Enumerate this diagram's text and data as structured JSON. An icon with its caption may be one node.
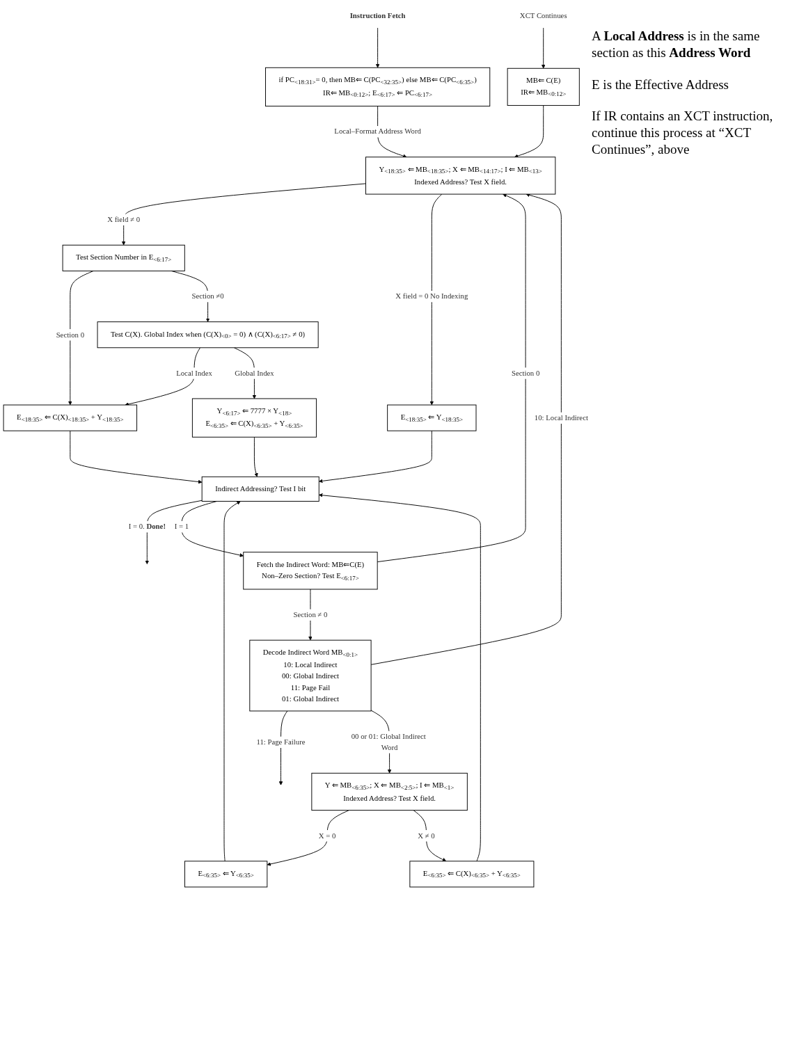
{
  "diagram": {
    "nodes": [
      {
        "text": [
          "Instruction Fetch"
        ]
      },
      {
        "text": [
          "if PC$_{<18:31>}$= 0, then MB⇐ C(PC$_{<32:35>}$) else MB⇐ C(PC$_{<6:35>}$)",
          "IR⇐ MB$_{<0:12>}$;  E$_{<6:17>}$ ⇐ PC$_{<6:17>}$"
        ]
      },
      {
        "text": [
          "XCT Continues"
        ]
      },
      {
        "text": [
          "MB⇐ C(E)",
          "IR⇐ MB$_{<0:12>}$"
        ]
      },
      {
        "text": [
          "Y$_{<18:35>}$ ⇐ MB$_{<18:35>}$; X ⇐ MB$_{<14:17>}$;  I ⇐ MB$_{<13>}$",
          "Indexed Address? Test X field."
        ]
      },
      {
        "text": [
          "Test Section Number in E$_{<6:17>}$"
        ]
      },
      {
        "text": [
          "E$_{<18:35>}$ ⇐ Y$_{<18:35>}$"
        ]
      },
      {
        "text": [
          "Test C(X). Global Index when (C(X)$_{<0>}$ = 0) ∧ (C(X)$_{<6:17>}$ ≠ 0)"
        ]
      },
      {
        "text": [
          "E$_{<18:35>}$ ⇐ C(X)$_{<18:35>}$ + Y$_{<18:35>}$"
        ]
      },
      {
        "text": [
          "Y$_{<6:17>}$ ⇐ 7777 × Y$_{<18>}$",
          "E$_{<6:35>}$ ⇐ C(X)$_{<6:35>}$ + Y$_{<6:35>}$"
        ]
      },
      {
        "text": [
          "Indirect Addressing? Test I bit"
        ]
      },
      {
        "text": [
          "Fetch the Indirect Word: MB⇐C(E)",
          "Non–Zero Section? Test E$_{<6:17>}$"
        ]
      },
      {
        "text": [
          "Decode Indirect Word MB$_{<0:1>}$",
          "10: Local Indirect",
          "00: Global Indirect",
          "11: Page Fail",
          "01: Global Indirect"
        ]
      },
      {
        "text": [
          "Y ⇐ MB$_{<6:35>}$;  X ⇐ MB$_{<2:5>}$;  I ⇐ MB$_{<1>}$",
          "Indexed Address? Test X field."
        ]
      },
      {
        "text": [
          "E$_{<6:35>}$ ⇐ Y$_{<6:35>}$"
        ]
      },
      {
        "text": [
          "E$_{<6:35>}$ ⇐ C(X)$_{<6:35>}$ + Y$_{<6:35>}$"
        ]
      }
    ],
    "edges": [
      {
        "from": 0,
        "to": 1,
        "arrow": "to"
      },
      {
        "from": 2,
        "to": 3,
        "arrow": "to"
      },
      {
        "from": 1,
        "to": 4,
        "arrow": "to",
        "label": "Local–Format Address Word"
      },
      {
        "from": 3,
        "to": 4,
        "arrow": "to"
      },
      {
        "from": 11,
        "to": 4,
        "arrow": "to",
        "label": "Section 0"
      },
      {
        "from": 12,
        "to": 4,
        "arrow": "to",
        "label": "10: Local Indirect"
      },
      {
        "from": 4,
        "to": 5,
        "arrow": "to",
        "label": "X field ≠ 0"
      },
      {
        "from": 4,
        "to": 6,
        "arrow": "to",
        "label": "X field = 0 No Indexing"
      },
      {
        "from": 5,
        "to": 8,
        "arrow": "to",
        "label": "Section 0"
      },
      {
        "from": 5,
        "to": 7,
        "arrow": "to",
        "label": "Section ≠0"
      },
      {
        "from": 7,
        "to": 8,
        "arrow": "to",
        "label": "Local Index"
      },
      {
        "from": 7,
        "to": 9,
        "arrow": "to",
        "label": "Global Index"
      },
      {
        "from": 8,
        "to": 10,
        "arrow": "to"
      },
      {
        "from": 9,
        "to": 10,
        "arrow": "to"
      },
      {
        "from": 6,
        "to": 10,
        "arrow": "to"
      },
      {
        "from": 14,
        "to": 10,
        "arrow": "to"
      },
      {
        "from": 15,
        "to": 10,
        "arrow": "to"
      },
      {
        "from": 10,
        "to": null,
        "arrow": "to",
        "label": "I = 0. **Done!**"
      },
      {
        "from": 10,
        "to": 11,
        "arrow": "to",
        "label": "I = 1"
      },
      {
        "from": 11,
        "to": 12,
        "arrow": "to",
        "label": "Section ≠ 0"
      },
      {
        "from": 12,
        "to": null,
        "arrow": "to",
        "label": "11: Page Failure"
      },
      {
        "from": 12,
        "to": 13,
        "arrow": "to",
        "label": "00 or 01: Global Indirect Word"
      },
      {
        "from": 13,
        "to": 14,
        "arrow": "to",
        "label": "X = 0"
      },
      {
        "from": 13,
        "to": 15,
        "arrow": "to",
        "label": "X ≠ 0"
      }
    ],
    "labels": [
      "A **Local Address** is in the same section as this **Address Word**",
      "E is the Effective Address",
      "If IR contains an XCT instruction, continue this process at “XCT Continues”, above"
    ]
  }
}
